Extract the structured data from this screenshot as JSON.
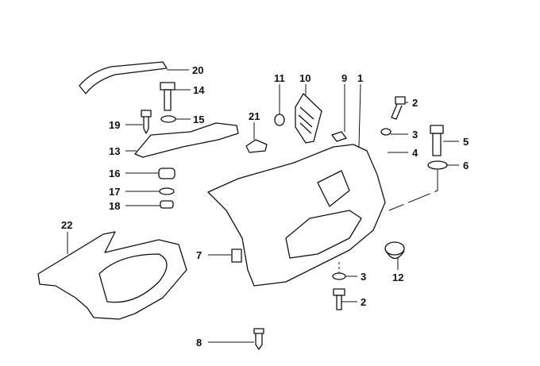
{
  "diagram": {
    "title": "Parts diagram - trim panel",
    "callouts": [
      "20",
      "14",
      "15",
      "19",
      "13",
      "16",
      "17",
      "18",
      "22",
      "7",
      "8",
      "11",
      "10",
      "9",
      "1",
      "21",
      "2",
      "3",
      "4",
      "5",
      "6",
      "3",
      "2",
      "12"
    ]
  },
  "colors": {
    "ink": "#111111",
    "background": "#ffffff"
  }
}
